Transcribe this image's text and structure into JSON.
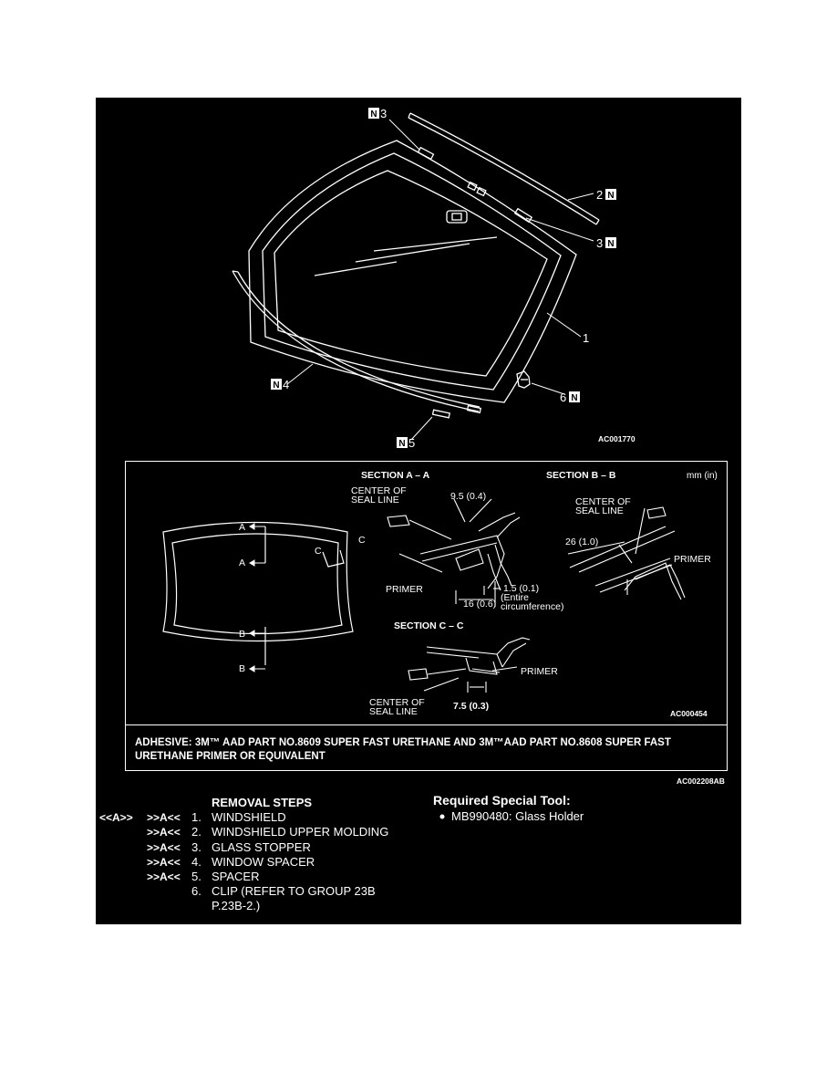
{
  "figure_top": {
    "callouts": {
      "n3_top": "3",
      "n2": "2",
      "n3_right": "3",
      "n1": "1",
      "n4": "4",
      "n6": "6",
      "n5": "5",
      "n_badge": "N"
    },
    "figure_id": "AC001770"
  },
  "sections": {
    "section_a": "SECTION A – A",
    "section_b": "SECTION B – B",
    "section_c": "SECTION C – C",
    "units": "mm (in)",
    "center_of": "CENTER OF",
    "seal_line": "SEAL LINE",
    "dim_a_top": "9.5 (0.4)",
    "dim_a_gap": "1.5 (0.1)",
    "dim_a_width": "16 (0.6)",
    "entire": "(Entire",
    "circumference": "circumference)",
    "dim_b": "26 (1.0)",
    "dim_c": "7.5 (0.3)",
    "primer": "PRIMER",
    "label_a": "A",
    "label_b": "B",
    "label_c": "C",
    "figure_id": "AC000454"
  },
  "adhesive": {
    "line1": "ADHESIVE: 3M™ AAD PART NO.8609 SUPER FAST URETHANE AND 3M™AAD PART NO.8608 SUPER FAST",
    "line2": "URETHANE PRIMER OR EQUIVALENT"
  },
  "figure_id_main": "AC002208AB",
  "removal": {
    "header": "REMOVAL STEPS",
    "steps": [
      {
        "code_a": "<<A>>",
        "code_b": ">>A<<",
        "num": "1.",
        "label": "WINDSHIELD"
      },
      {
        "code_a": "",
        "code_b": ">>A<<",
        "num": "2.",
        "label": "WINDSHIELD UPPER MOLDING"
      },
      {
        "code_a": "",
        "code_b": ">>A<<",
        "num": "3.",
        "label": "GLASS STOPPER"
      },
      {
        "code_a": "",
        "code_b": ">>A<<",
        "num": "4.",
        "label": "WINDOW SPACER"
      },
      {
        "code_a": "",
        "code_b": ">>A<<",
        "num": "5.",
        "label": "SPACER"
      },
      {
        "code_a": "",
        "code_b": "",
        "num": "6.",
        "label": "CLIP (REFER TO GROUP 23B"
      },
      {
        "code_a": "",
        "code_b": "",
        "num": "",
        "label": "P.23B-2.)"
      }
    ]
  },
  "tool": {
    "header": "Required Special Tool:",
    "item": "MB990480: Glass Holder"
  }
}
